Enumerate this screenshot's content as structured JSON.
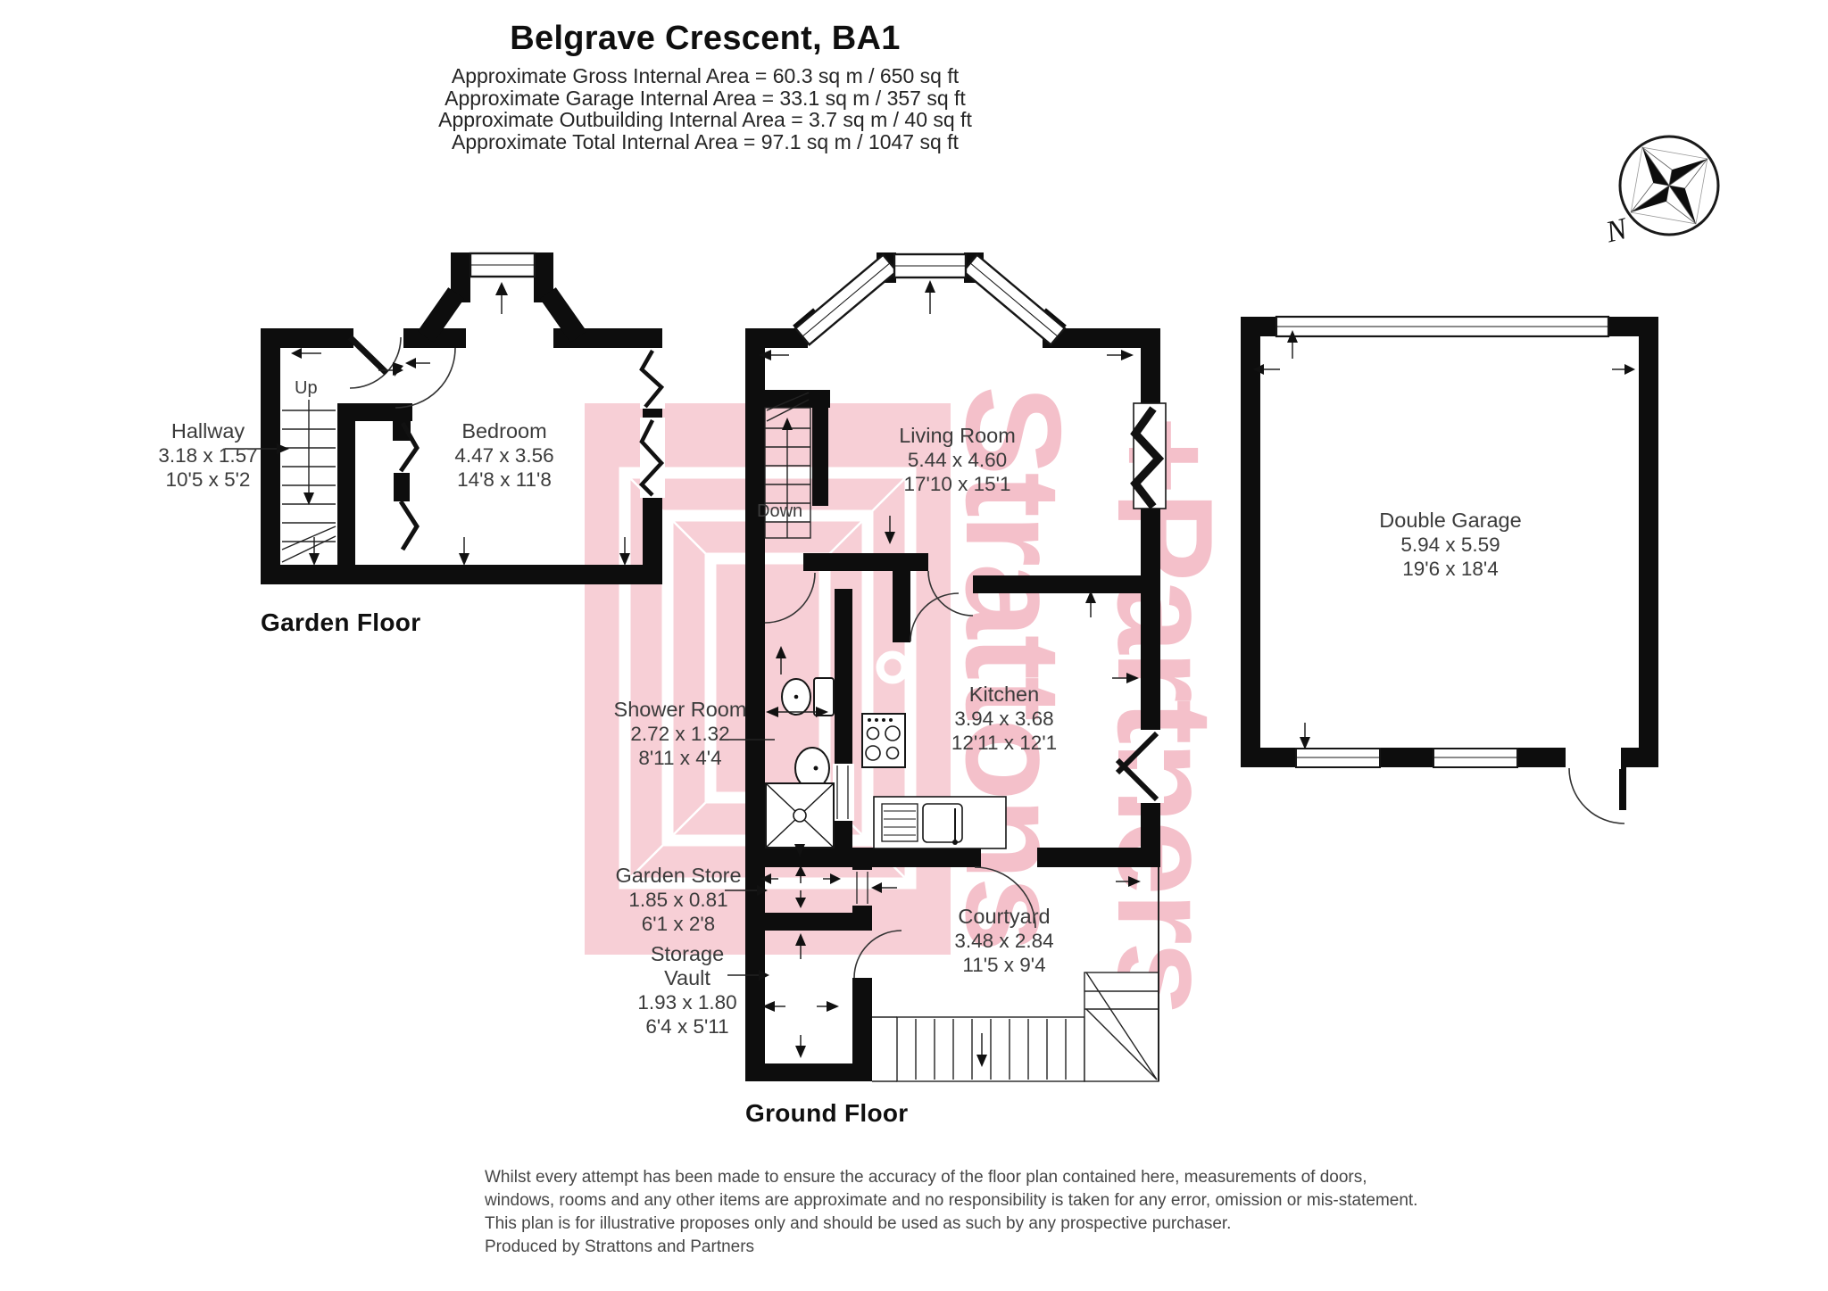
{
  "header": {
    "title": "Belgrave Crescent, BA1",
    "area_lines": [
      "Approximate Gross Internal Area = 60.3 sq m / 650 sq ft",
      "Approximate Garage Internal Area = 33.1 sq m / 357 sq ft",
      "Approximate Outbuilding Internal Area = 3.7 sq m / 40 sq ft",
      "Approximate Total Internal Area = 97.1 sq m / 1047 sq ft"
    ]
  },
  "compass": {
    "north_label": "N"
  },
  "floors": {
    "garden": {
      "label": "Garden Floor",
      "stairs_label": "Up",
      "rooms": {
        "hallway": {
          "name": "Hallway",
          "metric": "3.18 x 1.57",
          "imperial": "10'5 x 5'2"
        },
        "bedroom": {
          "name": "Bedroom",
          "metric": "4.47 x 3.56",
          "imperial": "14'8 x 11'8"
        }
      }
    },
    "ground": {
      "label": "Ground Floor",
      "stairs_label": "Down",
      "rooms": {
        "living_room": {
          "name": "Living Room",
          "metric": "5.44 x 4.60",
          "imperial": "17'10 x 15'1"
        },
        "shower_room": {
          "name": "Shower Room",
          "metric": "2.72 x 1.32",
          "imperial": "8'11 x 4'4"
        },
        "kitchen": {
          "name": "Kitchen",
          "metric": "3.94 x 3.68",
          "imperial": "12'11 x 12'1"
        },
        "garden_store": {
          "name": "Garden Store",
          "metric": "1.85 x 0.81",
          "imperial": "6'1 x 2'8"
        },
        "storage_vault": {
          "name": "Storage Vault",
          "metric": "1.93 x 1.80",
          "imperial": "6'4 x 5'11"
        },
        "courtyard": {
          "name": "Courtyard",
          "metric": "3.48 x 2.84",
          "imperial": "11'5 x 9'4"
        }
      }
    },
    "garage_building": {
      "rooms": {
        "double_garage": {
          "name": "Double Garage",
          "metric": "5.94 x 5.59",
          "imperial": "19'6 x 18'4"
        }
      }
    }
  },
  "watermark": {
    "line1": "Strattons",
    "line2": "+Partners"
  },
  "footer": {
    "lines": [
      "Whilst every attempt has been made to ensure the accuracy of the floor plan contained here, measurements of doors,",
      "windows, rooms and any other items are approximate and no responsibility is taken for any error, omission or mis-statement.",
      "This plan is for illustrative proposes only and should be used as such by any prospective purchaser.",
      "Produced by Strattons and Partners"
    ]
  },
  "colors": {
    "wall": "#0d0d0d",
    "watermark_fill": "#f7cfd6",
    "watermark_text": "#f4c0ca",
    "room_label": "#3b3b3b"
  }
}
